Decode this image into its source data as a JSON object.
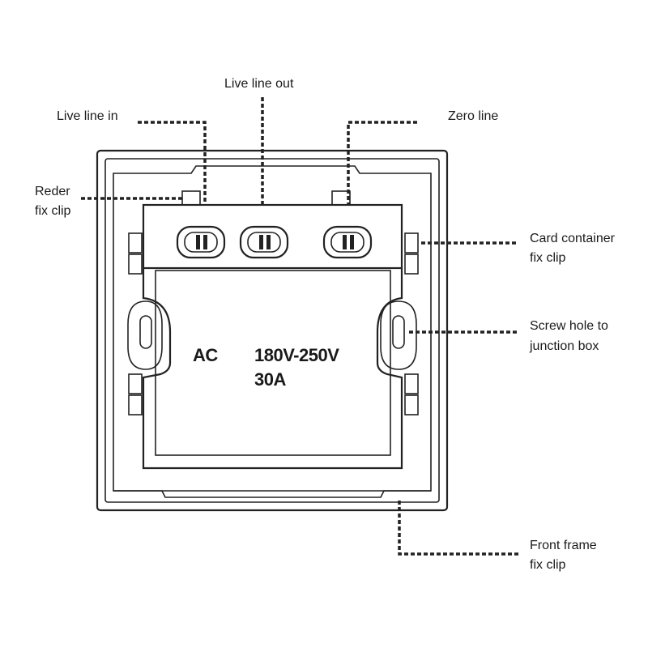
{
  "labels": {
    "live_line_in": "Live line in",
    "live_line_out": "Live line out",
    "zero_line": "Zero line",
    "reder_fix_clip": [
      "Reder",
      "fix clip"
    ],
    "card_container_fix_clip": [
      "Card container",
      "fix clip"
    ],
    "screw_hole": [
      "Screw hole to",
      "junction box"
    ],
    "front_frame_fix_clip": [
      "Front frame",
      "fix clip"
    ]
  },
  "specs": {
    "current_type": "AC",
    "voltage": "180V-250V",
    "current": "30A"
  }
}
